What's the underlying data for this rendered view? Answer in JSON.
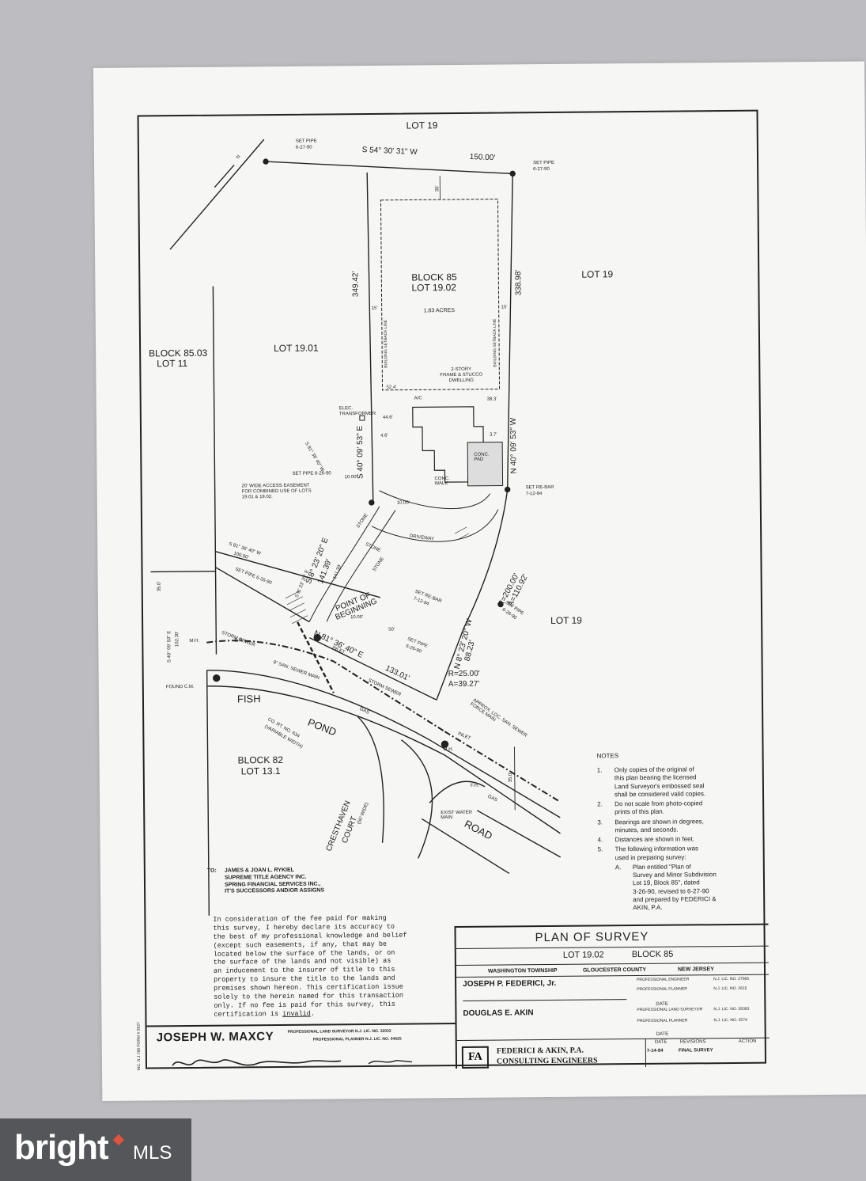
{
  "labels": {
    "lot19_top": "LOT 19",
    "lot19_right": "LOT 19",
    "lot19_bottom": "LOT 19",
    "block85": "BLOCK 85",
    "lot1902": "LOT 19.02",
    "acres": "1.83 ACRES",
    "lot1901": "LOT 19.01",
    "block8503": "BLOCK 85.03",
    "lot11": "LOT 11",
    "block82": "BLOCK 82",
    "lot131": "LOT 13.1",
    "fish": "FISH",
    "pond": "POND",
    "road": "ROAD",
    "cresthaven": "CRESTHAVEN",
    "court": "COURT",
    "court_width": "(50' WIDE)",
    "co_rt": "CO. RT. NO. 634",
    "var_width": "(VARIABLE WIDTH)",
    "bearing_top": "S 54° 30' 31\" W",
    "dist_top": "150.00'",
    "set_pipe_tl": "SET PIPE",
    "set_pipe_tl_date": "6-27-90",
    "set_pipe_tr": "SET PIPE",
    "set_pipe_tr_date": "6-27-90",
    "setback_35": "35'",
    "dist_left": "349.42'",
    "bearing_left": "S 40° 09' 53\" E",
    "dist_right": "338.98'",
    "bearing_right": "N 40° 09' 53\" W",
    "setback_15a": "15'",
    "setback_15b": "15'",
    "setback_line_l": "BUILDING SETBACK LINE",
    "setback_line_r": "BUILDING SETBACK LINE",
    "dwelling": "2-STORY\nFRAME & STUCCO\nDWELLING",
    "ac": "A/C",
    "d524": "52.4'",
    "d383": "38.3'",
    "d446": "44.6'",
    "d46": "4.6'",
    "d37": "3.7'",
    "elec": "ELEC.\nTRANSFORMER",
    "conc_pad": "CONC.\nPAD",
    "conc_walk": "CONC.\nWALK",
    "set_rebar_r": "SET RE-BAR",
    "set_rebar_r_date": "7-12-94",
    "set_pipe_626": "SET PIPE 6-26-90",
    "easement": "20' WIDE ACCESS EASEMENT\nFOR COMBINED USE OF LOTS\n19.01 & 19.02.",
    "s81_top": "S 81° 36' 40\" W",
    "d1000a": "10.00'",
    "d1000b": "10.00'",
    "d1000c": "10.00'",
    "s81_left": "S 81° 36' 40\" W",
    "d10000": "100.00'",
    "s8_bearing": "S 8° 23' 20\" E",
    "d14139": "141.39'",
    "d14139b": "141.39'",
    "s_sm": "S 8° 23' 20\" E",
    "driveway": "DRIVEWAY",
    "stone_a": "STONE",
    "stone_b": "STONE",
    "stone_c": "STONE",
    "curve_r200": "R=200.00'",
    "curve_a110": "A=110.92'",
    "point_of_beginning": "POINT OF\nBEGINNING",
    "set_pipe_l626": "SET PIPE 6-26-90",
    "storm_sewer_a": "STORM SEWER",
    "storm_sewer_b": "STORM SEWER",
    "set_rebar_m": "SET RE-BAR",
    "set_rebar_m_date": "7-12-94",
    "set_pipe_m": "SET PIPE",
    "set_pipe_m_date": "6-26-90",
    "d50": "50'",
    "d35_left": "35.0'",
    "d35_right": "35.0'",
    "n8_bearing": "N 8° 23' 20\" W",
    "d8823": "88.23'",
    "set_pipe_r626": "SET PIPE",
    "set_pipe_r626_date": "6-26-90",
    "n81_bearing": "N 81° 36' 40\" E",
    "d13301": "133.01'",
    "curve_r25": "R=25.00'",
    "curve_a39": "A=39.27'",
    "s40_left": "S 40° 09' 53\" E",
    "d10230": "102.30'",
    "mh_a": "M.H.",
    "mh_b": "M.H.",
    "found_cm": "FOUND C.M.",
    "ep": "E.P.",
    "inlet_a": "INLET",
    "inlet_b": "INLET",
    "san_sewer": "8\" SAN. SEWER MAIN",
    "approx": "APPROX. LOC. SAN. SEWER\nFORCE MAIN",
    "gas_a": "GAS",
    "gas_b": "GAS",
    "fh": "F.H.",
    "water_main": "EXIST WATER\nMAIN",
    "nnn": "N"
  },
  "notes": {
    "heading": "NOTES",
    "items": [
      {
        "num": "1.",
        "text": "Only copies of the original of\nthis plan bearing the licensed\nLand Surveyor's embossed seal\nshall be considered valid copies."
      },
      {
        "num": "2.",
        "text": "Do not scale from photo-copied\nprints of this plan."
      },
      {
        "num": "3.",
        "text": "Bearings are shown in degrees,\nminutes, and seconds."
      },
      {
        "num": "4.",
        "text": "Distances are shown in feet."
      },
      {
        "num": "5.",
        "text": "The following information was\nused in preparing survey:"
      },
      {
        "num": "A.",
        "text": "Plan entitled \"Plan of\nSurvey and Minor Subdivision\nLot 19, Block 85\", dated\n3-26-90, revised to 6-27-90\nand prepared by FEDERICI &\nAKIN, P.A."
      }
    ]
  },
  "to": {
    "label": "TO:",
    "lines": [
      "JAMES & JOAN L. RYKIEL",
      "SUPREME TITLE AGENCY INC.",
      "SPRING FINANCIAL SERVICES INC.,",
      "IT'S SUCCESSORS AND/OR ASSIGNS"
    ]
  },
  "certification": {
    "text_a": "In consideration of the fee paid for making\nthis survey, I hereby declare its accuracy to\nthe best of my professional knowledge and belief\n(except such easements, if any, that may be\nlocated below the surface of the lands, or on\nthe surface of the lands and not visible) as\nan inducement to the insurer of title to this\nproperty to insure the title to the lands and\npremises shown hereon. This certification issue\nsolely to the herein named for this transaction\nonly. If no fee is paid for this survey, this\ncertification is ",
    "text_b": "invalid",
    "text_c": "."
  },
  "title_block": {
    "title": "PLAN OF SURVEY",
    "lot": "LOT 19.02",
    "block": "BLOCK 85",
    "township": "WASHINGTON TOWNSHIP",
    "county": "GLOUCESTER COUNTY",
    "state": "NEW JERSEY",
    "name1": "JOSEPH P. FEDERICI, Jr.",
    "pe1": "PROFESSIONAL ENGINEER",
    "pe1_lic": "N.J. LIC. NO. 27065",
    "pp1": "PROFESSIONAL PLANNER",
    "pp1_lic": "N.J. LIC. NO. 2615",
    "date1": "DATE",
    "name2": "DOUGLAS E. AKIN",
    "pls2": "PROFESSIONAL LAND SURVEYOR",
    "pls2_lic": "N.J. LIC. NO. 28383",
    "pp2": "PROFESSIONAL PLANNER",
    "pp2_lic": "N.J. LIC. NO. 2574",
    "date2": "DATE",
    "firm1": "FEDERICI & AKIN, P.A.",
    "firm2": "CONSULTING ENGINEERS",
    "logo": "FA",
    "rev_date_h": "DATE",
    "rev_h": "REVISIONS",
    "action_h": "ACTION",
    "rev_date": "7-14-94",
    "rev_text": "FINAL SURVEY"
  },
  "surveyor": {
    "name": "JOSEPH W. MAXCY",
    "pls": "PROFESSIONAL LAND SURVEYOR N.J. LIC. NO. 32032",
    "pp": "PROFESSIONAL PLANNER N.J. LIC. NO. 04025",
    "form": "INC. N.J.788 FORM # 5827"
  },
  "watermark": {
    "brand": "bright",
    "suffix": "MLS"
  }
}
